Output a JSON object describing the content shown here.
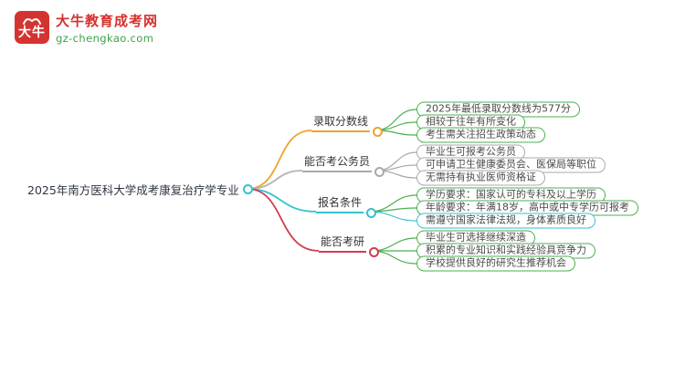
{
  "site": {
    "logo_seal_text": "大牛",
    "logo_title": "大牛教育成考网",
    "logo_url": "gz-chengkao.com",
    "logo_red": "#d43430",
    "logo_green": "#3fa348"
  },
  "mindmap": {
    "central": "2025年南方医科大学成考康复治疗学专业",
    "central_dot_color": "#35c2cd",
    "branches": [
      {
        "label": "录取分数线",
        "color": "#f0a330",
        "items": [
          {
            "text": "2025年最低录取分数线为577分",
            "color": "#4caf50"
          },
          {
            "text": "相较于往年有所变化",
            "color": "#4caf50"
          },
          {
            "text": "考生需关注招生政策动态",
            "color": "#4caf50"
          }
        ]
      },
      {
        "label": "能否考公务员",
        "color": "#aaaaaa",
        "items": [
          {
            "text": "毕业生可报考公务员",
            "color": "#aaaaaa"
          },
          {
            "text": "可申请卫生健康委员会、医保局等职位",
            "color": "#aaaaaa"
          },
          {
            "text": "无需持有执业医师资格证",
            "color": "#aaaaaa"
          }
        ]
      },
      {
        "label": "报名条件",
        "color": "#35c2cd",
        "items": [
          {
            "text": "学历要求：国家认可的专科及以上学历",
            "color": "#4caf50"
          },
          {
            "text": "年龄要求：年满18岁，高中或中专学历可报考",
            "color": "#4caf50"
          },
          {
            "text": "需遵守国家法律法规，身体素质良好",
            "color": "#35c2cd"
          }
        ]
      },
      {
        "label": "能否考研",
        "color": "#d23c50",
        "items": [
          {
            "text": "毕业生可选择继续深造",
            "color": "#4caf50"
          },
          {
            "text": "积累的专业知识和实践经验具竞争力",
            "color": "#4caf50"
          },
          {
            "text": "学校提供良好的研究生推荐机会",
            "color": "#4caf50"
          }
        ]
      }
    ]
  }
}
